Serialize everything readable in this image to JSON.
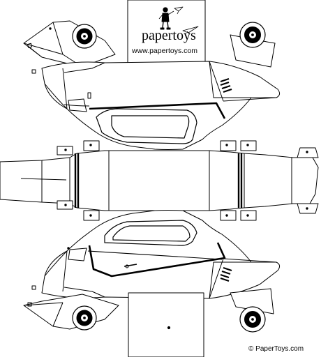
{
  "brand": {
    "name": "papertoys",
    "url": "www.papertoys.com",
    "copyright": "© PaperToys.com"
  },
  "colors": {
    "line": "#000000",
    "paper": "#ffffff"
  },
  "icons": {
    "mascot": "paper-boy-icon",
    "plane": "paper-plane-icon"
  }
}
